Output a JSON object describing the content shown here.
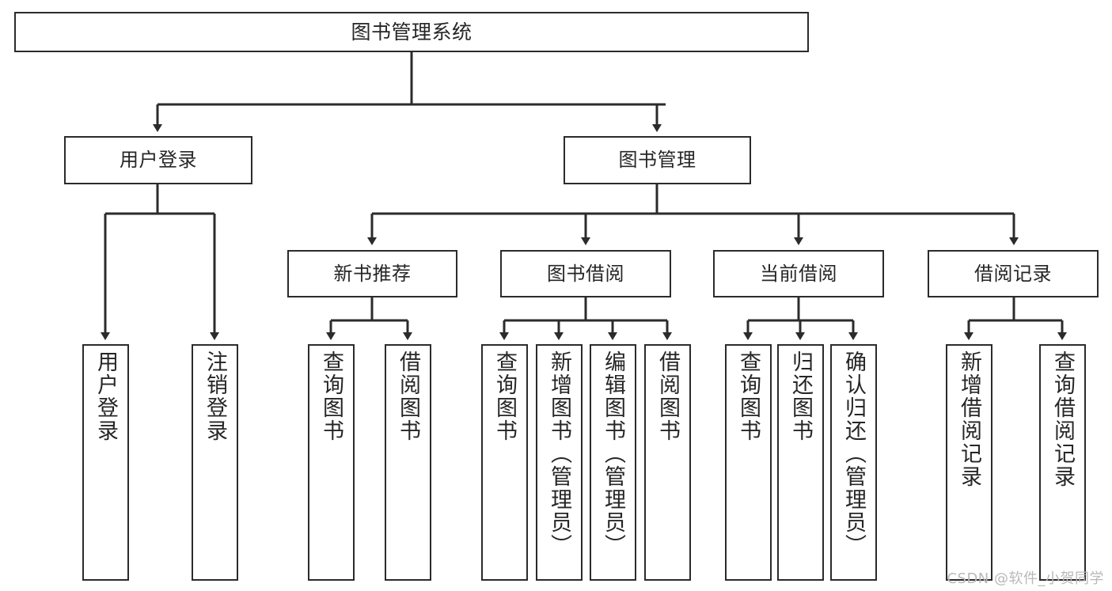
{
  "diagram": {
    "title": "图书管理系统",
    "type": "tree-hierarchy-chart",
    "colors": {
      "box_border": "#2b2b2b",
      "box_fill": "#ffffff",
      "text": "#262626",
      "connector": "#2b2b2b",
      "watermark": "#b9b9b9"
    },
    "nodes": {
      "root": {
        "label": "图书管理系统"
      },
      "level1": [
        {
          "id": "user-login",
          "label": "用户登录"
        },
        {
          "id": "book-manage",
          "label": "图书管理"
        }
      ],
      "level2": [
        {
          "id": "new-book-recommend",
          "label": "新书推荐"
        },
        {
          "id": "book-borrow",
          "label": "图书借阅"
        },
        {
          "id": "current-borrow",
          "label": "当前借阅"
        },
        {
          "id": "borrow-record",
          "label": "借阅记录"
        }
      ],
      "leaves": {
        "user_login": [
          {
            "id": "leaf-user-login",
            "label": "用户登录"
          },
          {
            "id": "leaf-logout-login",
            "label": "注销登录"
          }
        ],
        "new_book_recommend": [
          {
            "id": "leaf-query-book-1",
            "label": "查询图书"
          },
          {
            "id": "leaf-borrow-book-1",
            "label": "借阅图书"
          }
        ],
        "book_borrow": [
          {
            "id": "leaf-query-book-2",
            "label": "查询图书"
          },
          {
            "id": "leaf-add-book",
            "label": "新增图书（管理员）"
          },
          {
            "id": "leaf-edit-book",
            "label": "编辑图书（管理员）"
          },
          {
            "id": "leaf-borrow-book-2",
            "label": "借阅图书"
          }
        ],
        "current_borrow": [
          {
            "id": "leaf-query-book-3",
            "label": "查询图书"
          },
          {
            "id": "leaf-return-book",
            "label": "归还图书"
          },
          {
            "id": "leaf-confirm-return",
            "label": "确认归还（管理员）"
          }
        ],
        "borrow_record": [
          {
            "id": "leaf-add-record",
            "label": "新增借阅记录"
          },
          {
            "id": "leaf-query-record",
            "label": "查询借阅记录"
          }
        ]
      }
    },
    "watermark": "CSDN @软件_小贺同学"
  }
}
